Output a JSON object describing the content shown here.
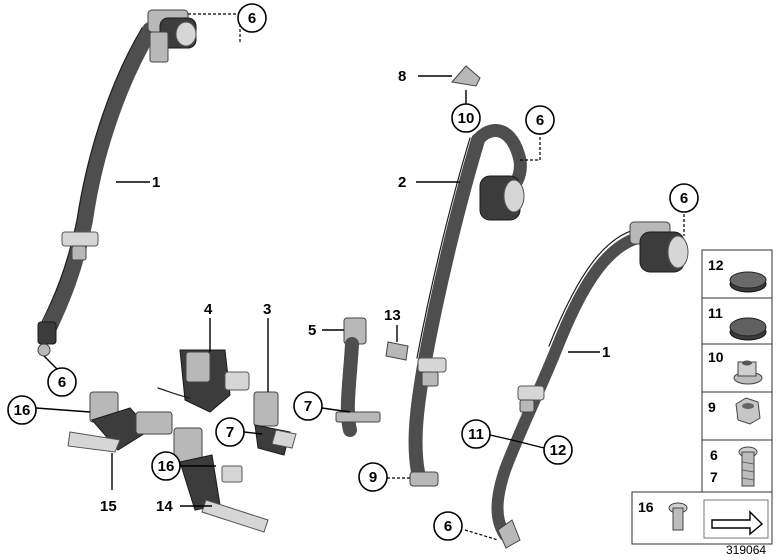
{
  "diagram_id": "319064",
  "callouts": {
    "c1a": "1",
    "c1b": "1",
    "c2": "2",
    "c3": "3",
    "c4": "4",
    "c5": "5",
    "c6a": "6",
    "c6b": "6",
    "c6c": "6",
    "c6d": "6",
    "c6e": "6",
    "c7a": "7",
    "c7b": "7",
    "c8": "8",
    "c9": "9",
    "c10": "10",
    "c11": "11",
    "c12": "12",
    "c13": "13",
    "c14": "14",
    "c15": "15",
    "c16a": "16",
    "c16b": "16"
  },
  "legend": {
    "r12": "12",
    "r11": "11",
    "r10": "10",
    "r9": "9",
    "r6": "6",
    "r7": "7",
    "r16": "16"
  }
}
